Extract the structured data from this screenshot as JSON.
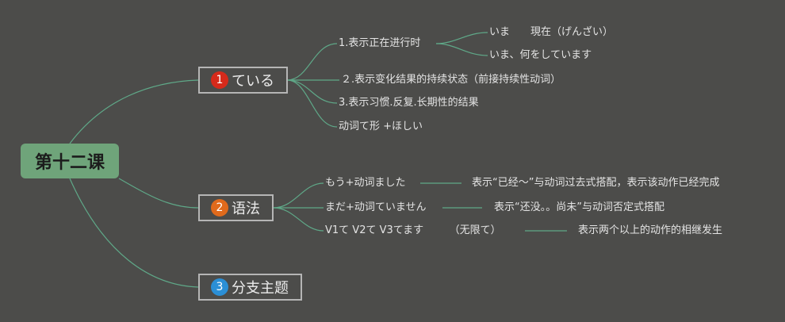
{
  "root": {
    "label": "第十二课"
  },
  "branches": [
    {
      "num": "1",
      "label": "ている",
      "color": "#d62a1b",
      "items": [
        {
          "text": "1.表示正在进行时",
          "subs": [
            "いま　　現在（げんざい）",
            "いま、何をしています"
          ]
        },
        {
          "text": "２.表示变化结果的持续状态（前接持续性动词）"
        },
        {
          "text": "3.表示习惯.反复.长期性的结果"
        },
        {
          "text": "动词て形 +ほしい"
        }
      ]
    },
    {
      "num": "2",
      "label": "语法",
      "color": "#e06a1c",
      "items": [
        {
          "text": "もう+动词ました",
          "note": "表示“已经～”与动词过去式搭配，表示该动作已经完成"
        },
        {
          "text": "まだ+动词ていません",
          "note": "表示“还没。。尚未”与动词否定式搭配"
        },
        {
          "text": "V1て V2て V3てます　　　（无限て）",
          "note": "表示两个以上的动作的相继发生"
        }
      ]
    },
    {
      "num": "3",
      "label": "分支主题",
      "color": "#2b8fd6",
      "items": []
    }
  ],
  "colors": {
    "background": "#4c4c4a",
    "connector": "#5fa888",
    "root_fill": "#6fa47a"
  }
}
